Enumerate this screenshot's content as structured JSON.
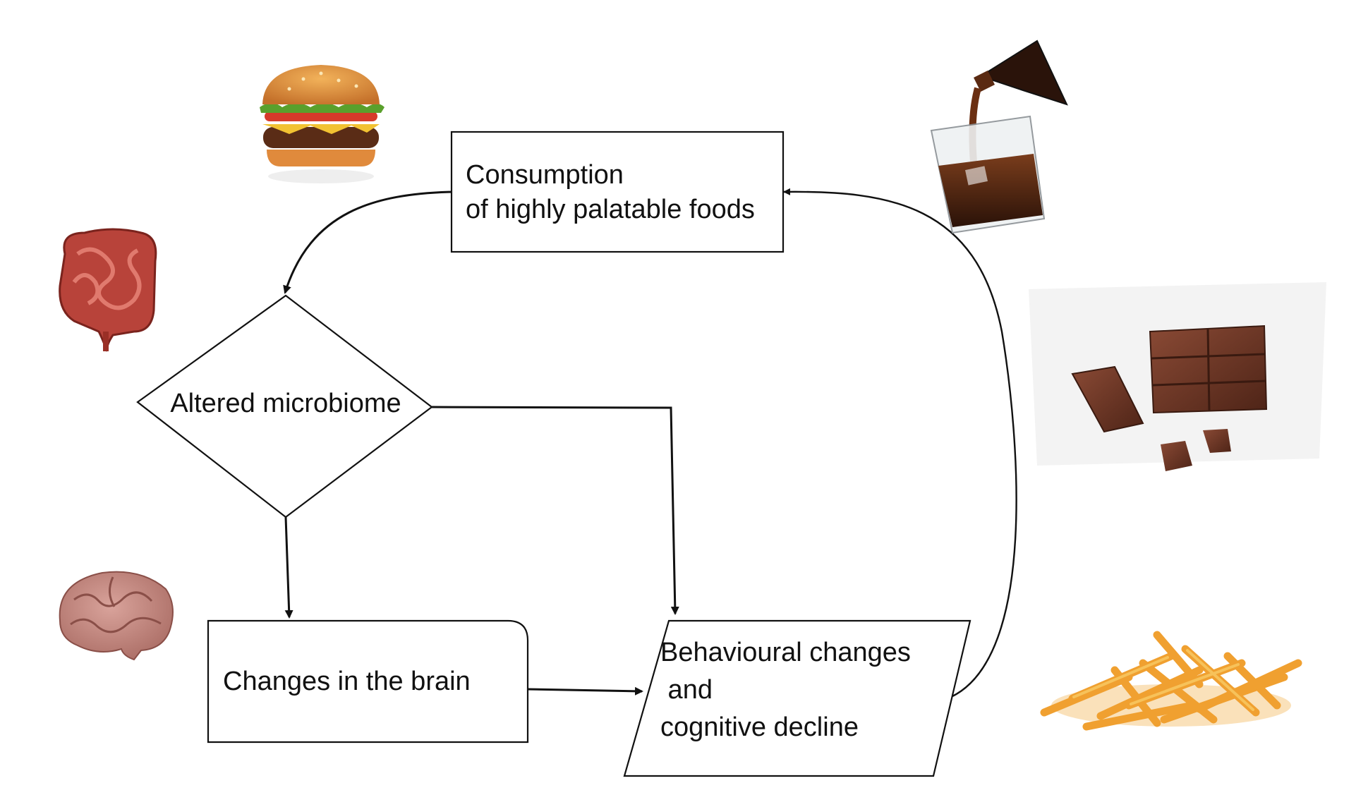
{
  "nodes": {
    "consumption": {
      "lines": [
        "Consumption",
        "of highly palatable foods"
      ]
    },
    "microbiome": {
      "label": "Altered microbiome"
    },
    "brain": {
      "label": "Changes in the brain"
    },
    "behaviour": {
      "lines": [
        "Behavioural changes",
        " and",
        "cognitive decline"
      ]
    }
  },
  "illustrations": [
    {
      "name": "burger-illustration",
      "subject": "hamburger"
    },
    {
      "name": "intestine-illustration",
      "subject": "intestines"
    },
    {
      "name": "brain-illustration",
      "subject": "brain"
    },
    {
      "name": "cola-illustration",
      "subject": "cola being poured into a glass"
    },
    {
      "name": "chocolate-illustration",
      "subject": "chocolate bar pieces"
    },
    {
      "name": "fries-illustration",
      "subject": "french fries"
    }
  ],
  "edges": [
    {
      "from": "consumption",
      "to": "microbiome"
    },
    {
      "from": "microbiome",
      "to": "brain"
    },
    {
      "from": "microbiome",
      "to": "behaviour"
    },
    {
      "from": "brain",
      "to": "behaviour"
    },
    {
      "from": "behaviour",
      "to": "consumption"
    }
  ],
  "colors": {
    "stroke": "#111111",
    "background": "#ffffff"
  }
}
